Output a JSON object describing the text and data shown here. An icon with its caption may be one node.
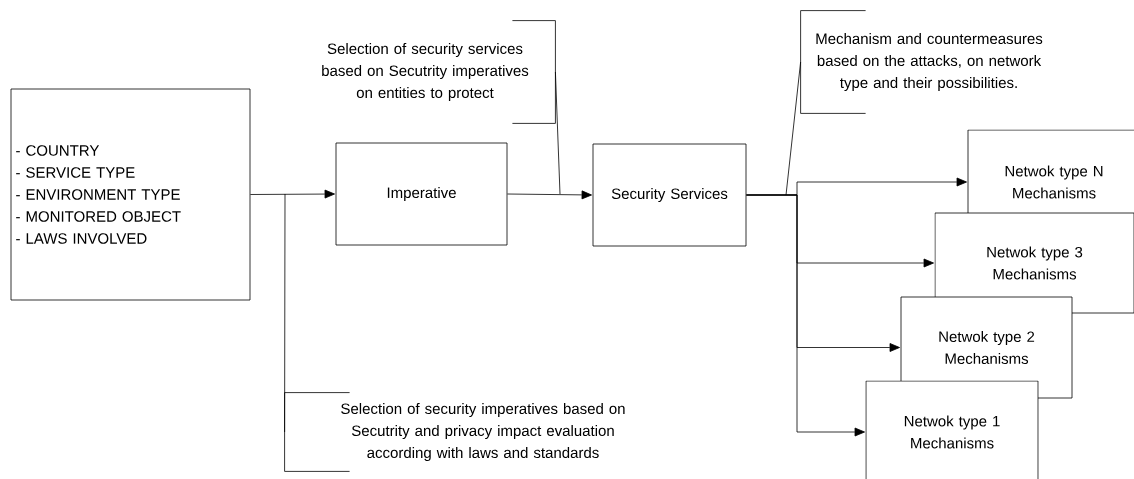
{
  "diagram": {
    "nodes": [
      {
        "text": [
          "- COUNTRY",
          "- SERVICE TYPE",
          "- ENVIRONMENT TYPE",
          "- MONITORED OBJECT",
          "- LAWS INVOLVED"
        ]
      },
      {
        "text": [
          "Selection of security services based on Secutrity imperatives on entities to protect"
        ]
      },
      {
        "text": [
          "Imperative"
        ]
      },
      {
        "text": [
          "Security Services"
        ]
      },
      {
        "text": [
          "Mechanism and countermeasures based on the attacks, on network type and their possibilities."
        ]
      },
      {
        "text": [
          "Netwok type N Mechanisms"
        ]
      },
      {
        "text": [
          "Netwok type 3 Mechanisms"
        ]
      },
      {
        "text": [
          "Netwok type 2 Mechanisms"
        ]
      },
      {
        "text": [
          "Netwok type 1 Mechanisms"
        ]
      },
      {
        "text": [
          "Selection of security imperatives based on Secutrity and privacy impact evaluation according with laws and standards"
        ]
      }
    ],
    "edges": [
      {
        "from": 0,
        "to": 2,
        "arrow": "to"
      },
      {
        "from": 2,
        "to": 3,
        "arrow": "to"
      },
      {
        "from": 3,
        "to": 5,
        "arrow": "to"
      },
      {
        "from": 3,
        "to": 6,
        "arrow": "to"
      },
      {
        "from": 3,
        "to": 7,
        "arrow": "to"
      },
      {
        "from": 3,
        "to": 8,
        "arrow": "to"
      },
      {
        "from": 1,
        "to": null,
        "arrow": "none"
      },
      {
        "from": 4,
        "to": null,
        "arrow": "none"
      },
      {
        "from": 9,
        "to": null,
        "arrow": "none"
      }
    ]
  }
}
